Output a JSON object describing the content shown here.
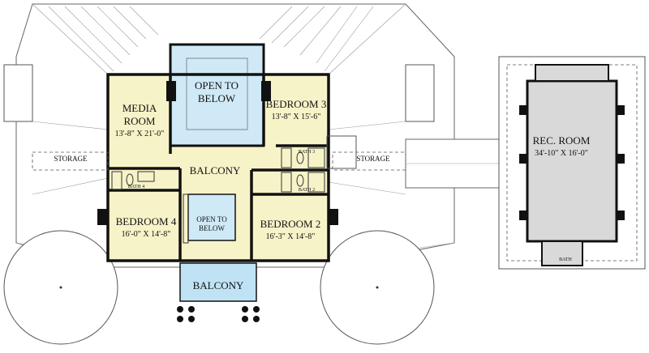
{
  "plan": {
    "rooms": [
      {
        "id": "open-to-below-main",
        "name": "OPEN TO\nBELOW",
        "line1": "OPEN TO",
        "line2": "BELOW"
      },
      {
        "id": "media-room",
        "line1": "MEDIA",
        "line2": "ROOM",
        "dims": "13'-8\" X 21'-0\""
      },
      {
        "id": "bedroom-3",
        "line1": "BEDROOM 3",
        "dims": "13'-8\" X 15'-6\""
      },
      {
        "id": "balcony-upper",
        "line1": "BALCONY"
      },
      {
        "id": "bedroom-4",
        "line1": "BEDROOM 4",
        "dims": "16'-0\" X 14'-8\""
      },
      {
        "id": "open-to-below-small",
        "line1": "OPEN TO",
        "line2": "BELOW"
      },
      {
        "id": "bedroom-2",
        "line1": "BEDROOM 2",
        "dims": "16'-3\" X 14'-8\""
      },
      {
        "id": "balcony-front",
        "line1": "BALCONY"
      },
      {
        "id": "rec-room",
        "line1": "REC. ROOM",
        "dims": "34'-10\" X 16'-0\""
      }
    ],
    "storage_left": "STORAGE",
    "storage_right": "STORAGE",
    "bath_2": "BATH 2",
    "bath_3": "BATH 3",
    "bath_4": "BATH 4",
    "bath_rec": "BATH",
    "colors": {
      "bedroom": "#f7f3c8",
      "open_to_below": "#cfe9f7",
      "balcony_front": "#bfe3f5",
      "rec_room": "#d9d9d9",
      "wall": "#111111"
    }
  }
}
